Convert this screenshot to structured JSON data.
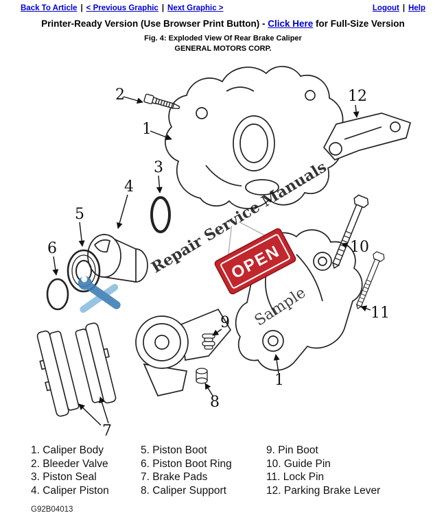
{
  "nav": {
    "sep": "|",
    "back_to_article": "Back To Article",
    "previous_graphic": "< Previous Graphic",
    "next_graphic": "Next Graphic >",
    "logout": "Logout",
    "help": "Help"
  },
  "header": {
    "printer_prefix": "Printer-Ready Version (Use Browser Print Button) - ",
    "click_here": "Click Here",
    "printer_suffix": " for Full-Size Version",
    "figure_caption": "Fig. 4: Exploded View Of Rear Brake Caliper",
    "company": "GENERAL MOTORS CORP."
  },
  "diagram": {
    "callouts": {
      "c1a": "1",
      "c1b": "1",
      "c2": "2",
      "c3": "3",
      "c4": "4",
      "c5": "5",
      "c6": "6",
      "c7": "7",
      "c8": "8",
      "c9": "9",
      "c10": "10",
      "c11": "11",
      "c12": "12"
    },
    "watermark_brand": "Repair Service Manuals",
    "watermark_sample": "Sample",
    "open_sign_text": "OPEN"
  },
  "legend": {
    "columns": [
      [
        "1. Caliper Body",
        "2. Bleeder Valve",
        "3. Piston Seal",
        "4. Caliper Piston"
      ],
      [
        "5. Piston Boot",
        "6. Piston Boot Ring",
        "7. Brake Pads",
        "8. Caliper Support"
      ],
      [
        "9. Pin Boot",
        "10. Guide Pin",
        "11. Lock Pin",
        "12. Parking Brake Lever"
      ]
    ]
  },
  "footer": {
    "figure_code": "G92B04013"
  },
  "colors": {
    "link_blue": "#0000cc",
    "open_sign_red": "#c1272d",
    "watermark_gray": "#969696"
  }
}
